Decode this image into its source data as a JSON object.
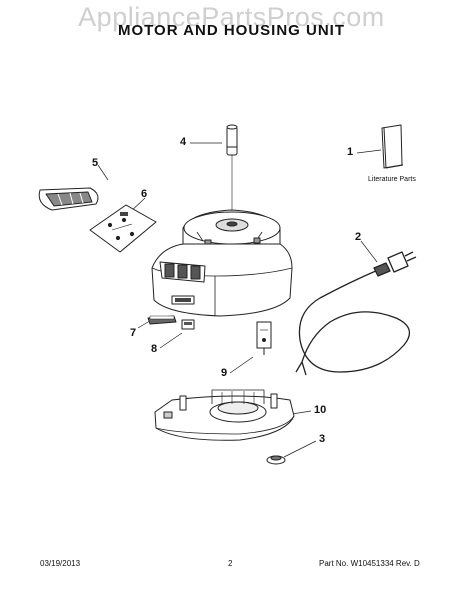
{
  "watermark": "AppliancePartsPros.com",
  "title": "MOTOR AND HOUSING UNIT",
  "literature_label": "Literature Parts",
  "callouts": {
    "c1": "1",
    "c2": "2",
    "c3": "3",
    "c4": "4",
    "c5": "5",
    "c6": "6",
    "c7": "7",
    "c8": "8",
    "c9": "9",
    "c10": "10"
  },
  "footer": {
    "date": "03/19/2013",
    "page": "2",
    "part_no": "Part No. W10451334  Rev. D"
  }
}
